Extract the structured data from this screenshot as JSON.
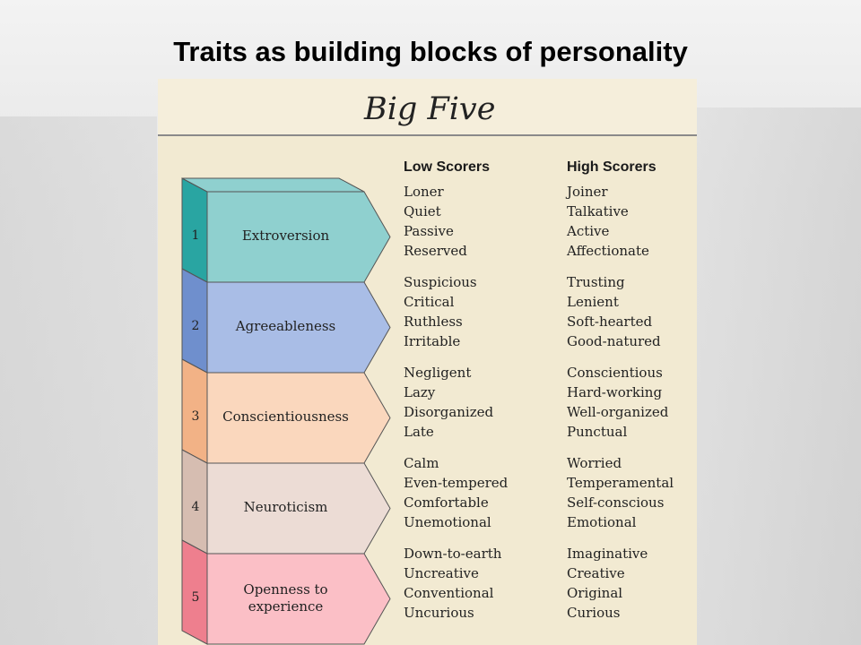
{
  "slide": {
    "title": "Traits as building blocks of personality"
  },
  "figure": {
    "title": "Big Five",
    "low_header": "Low Scorers",
    "high_header": "High Scorers",
    "traits": [
      {
        "number": "1",
        "name": "Extroversion",
        "color_front": "#8fd0cf",
        "color_side": "#29a5a2",
        "low": [
          "Loner",
          "Quiet",
          "Passive",
          "Reserved"
        ],
        "high": [
          "Joiner",
          "Talkative",
          "Active",
          "Affectionate"
        ]
      },
      {
        "number": "2",
        "name": "Agreeableness",
        "color_front": "#a9bde6",
        "color_side": "#6f8fcd",
        "low": [
          "Suspicious",
          "Critical",
          "Ruthless",
          "Irritable"
        ],
        "high": [
          "Trusting",
          "Lenient",
          "Soft-hearted",
          "Good-natured"
        ]
      },
      {
        "number": "3",
        "name": "Conscientiousness",
        "color_front": "#fad7bd",
        "color_side": "#f2b286",
        "low": [
          "Negligent",
          "Lazy",
          "Disorganized",
          "Late"
        ],
        "high": [
          "Conscientious",
          "Hard-working",
          "Well-organized",
          "Punctual"
        ]
      },
      {
        "number": "4",
        "name": "Neuroticism",
        "color_front": "#ecdcd5",
        "color_side": "#d6bdb1",
        "low": [
          "Calm",
          "Even-tempered",
          "Comfortable",
          "Unemotional"
        ],
        "high": [
          "Worried",
          "Temperamental",
          "Self-conscious",
          "Emotional"
        ]
      },
      {
        "number": "5",
        "name": "Openness to experience",
        "color_front": "#fbbfc6",
        "color_side": "#ee7f8e",
        "low": [
          "Down-to-earth",
          "Uncreative",
          "Conventional",
          "Uncurious"
        ],
        "high": [
          "Imaginative",
          "Creative",
          "Original",
          "Curious"
        ]
      }
    ]
  }
}
